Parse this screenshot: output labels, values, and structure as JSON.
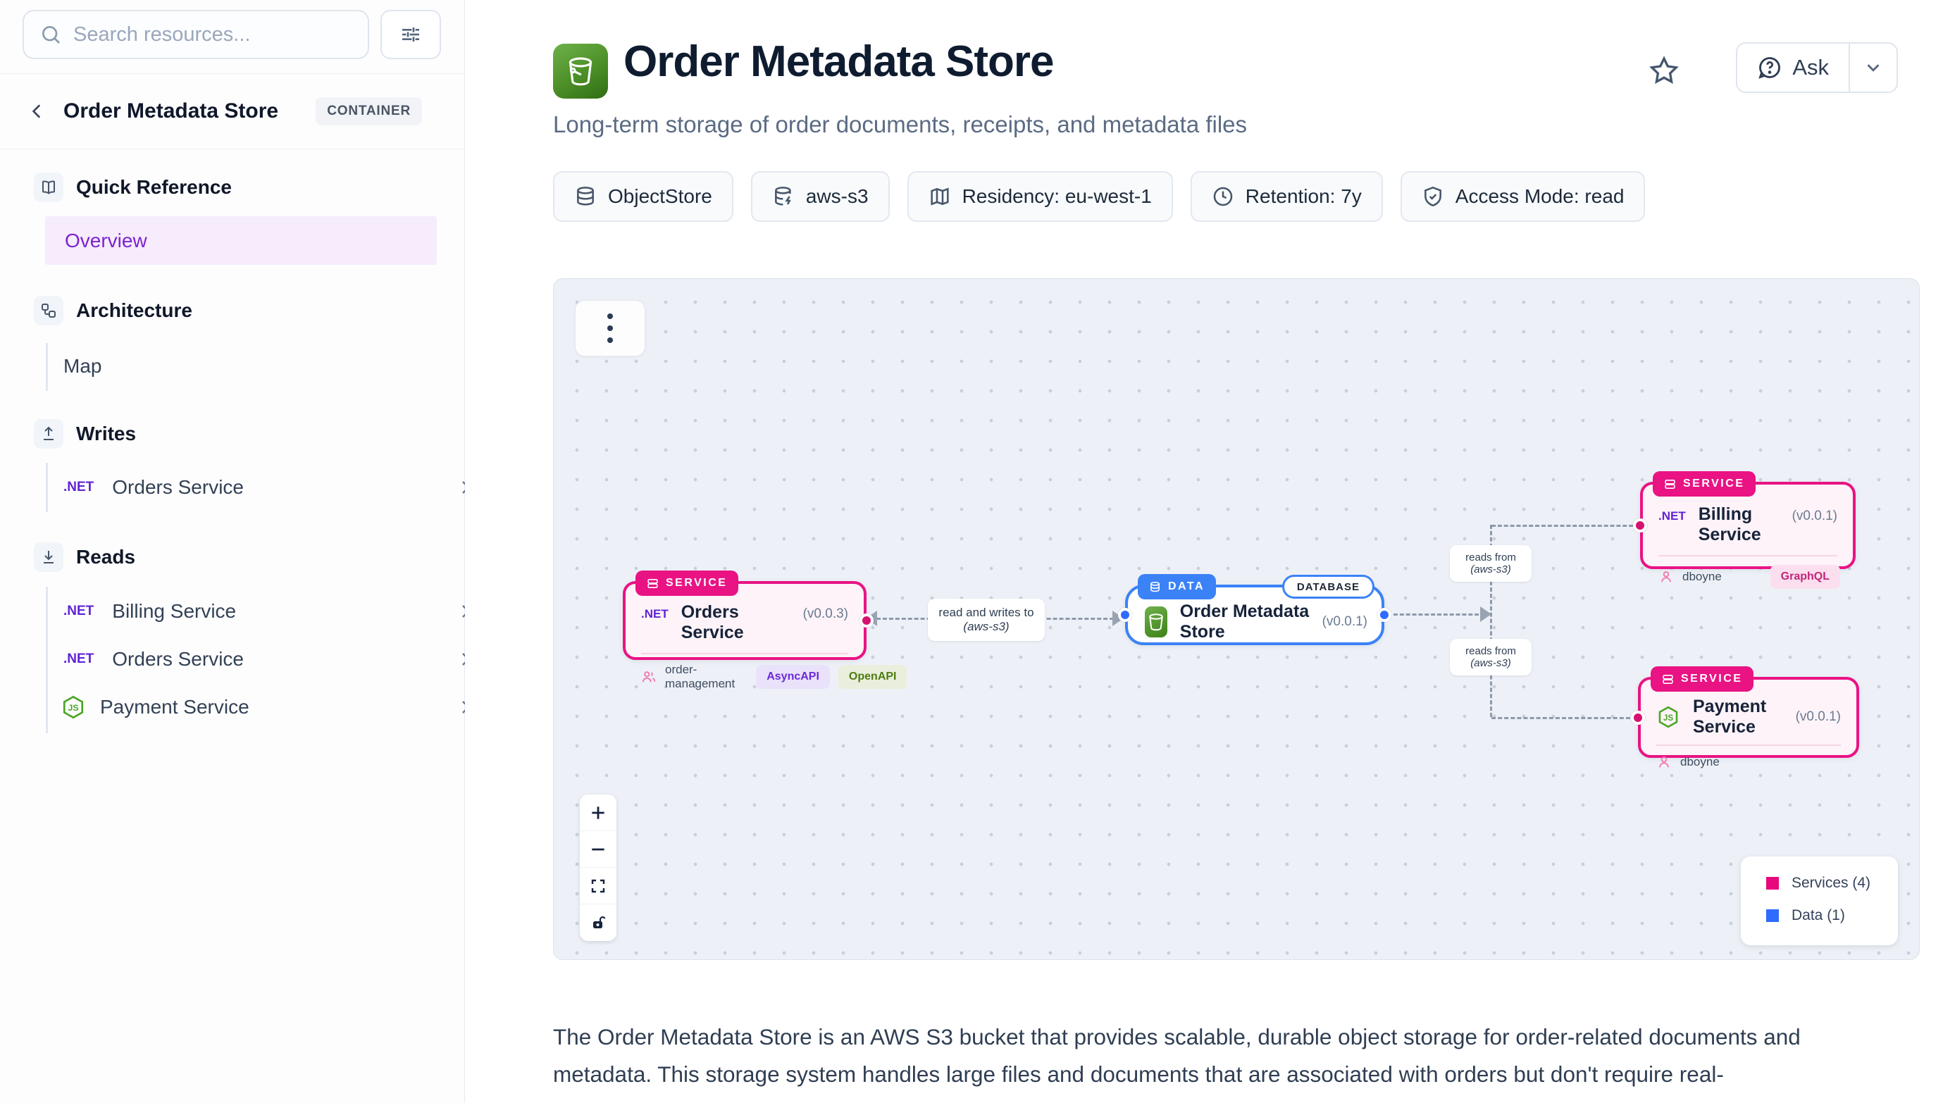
{
  "sidebar": {
    "search": {
      "placeholder": "Search resources...",
      "icon": "search-icon",
      "filter_icon": "sliders-icon"
    },
    "header": {
      "back_icon": "chevron-left-icon",
      "title": "Order Metadata Store",
      "badge": "CONTAINER"
    },
    "sections": [
      {
        "label": "Quick Reference",
        "icon": "book-open-icon",
        "items": [
          {
            "label": "Overview",
            "active": true
          }
        ]
      },
      {
        "label": "Architecture",
        "icon": "workflow-icon",
        "items": [
          {
            "label": "Map"
          }
        ]
      },
      {
        "label": "Writes",
        "icon": "upload-icon",
        "items": [
          {
            "label": "Orders Service",
            "tech": ".NET"
          }
        ]
      },
      {
        "label": "Reads",
        "icon": "download-icon",
        "items": [
          {
            "label": "Billing Service",
            "tech": ".NET"
          },
          {
            "label": "Orders Service",
            "tech": ".NET"
          },
          {
            "label": "Payment Service",
            "tech": "nodejs-icon"
          }
        ]
      }
    ]
  },
  "header": {
    "title": "Order Metadata Store",
    "subtitle": "Long-term storage of order documents, receipts, and metadata files",
    "title_icon": "s3-bucket-icon",
    "star_icon": "star-icon",
    "ask": {
      "label": "Ask",
      "icon": "chat-question-icon",
      "caret_icon": "chevron-down-icon"
    }
  },
  "chips": [
    {
      "icon": "database-icon",
      "label": "ObjectStore"
    },
    {
      "icon": "database-zap-icon",
      "label": "aws-s3"
    },
    {
      "icon": "map-icon",
      "label": "Residency: eu-west-1"
    },
    {
      "icon": "clock-icon",
      "label": "Retention: 7y"
    },
    {
      "icon": "shield-check-icon",
      "label": "Access Mode: read"
    }
  ],
  "diagram": {
    "nodes": {
      "orders": {
        "badge": "SERVICE",
        "tech": ".NET",
        "title": "Orders Service",
        "version": "(v0.0.3)",
        "owner": "order-management",
        "owner_icon": "users-icon",
        "tags": [
          "AsyncAPI",
          "OpenAPI"
        ]
      },
      "store": {
        "badge": "DATA",
        "pill": "DATABASE",
        "icon": "s3-bucket-icon",
        "title": "Order Metadata Store",
        "version": "(v0.0.1)"
      },
      "billing": {
        "badge": "SERVICE",
        "tech": ".NET",
        "title": "Billing Service",
        "version": "(v0.0.1)",
        "owner": "dboyne",
        "owner_icon": "user-icon",
        "tags": [
          "GraphQL"
        ]
      },
      "payment": {
        "badge": "SERVICE",
        "tech": "nodejs-icon",
        "title": "Payment Service",
        "version": "(v0.0.1)",
        "owner": "dboyne",
        "owner_icon": "user-icon",
        "tags": []
      }
    },
    "edges": {
      "write": {
        "line1": "read and writes to",
        "line2": "(aws-s3)"
      },
      "read_top": {
        "line1": "reads from",
        "line2": "(aws-s3)"
      },
      "read_bottom": {
        "line1": "reads from",
        "line2": "(aws-s3)"
      }
    },
    "controls": [
      "zoom-in-icon",
      "zoom-out-icon",
      "fit-view-icon",
      "lock-icon"
    ],
    "menu_icon": "vertical-ellipsis-icon",
    "legend": [
      {
        "color": "#e8087c",
        "label": "Services (4)"
      },
      {
        "color": "#2f6bff",
        "label": "Data (1)"
      }
    ]
  },
  "body": {
    "paragraph": "The Order Metadata Store is an AWS S3 bucket that provides scalable, durable object storage for order-related documents and metadata. This storage system handles large files and documents that are associated with orders but don't require real-"
  },
  "colors": {
    "service_pink": "#e91384",
    "data_blue": "#3b82f6",
    "active_purple": "#7e22ce",
    "accent_net": "#6023d6",
    "canvas_bg": "#edf1f7"
  }
}
